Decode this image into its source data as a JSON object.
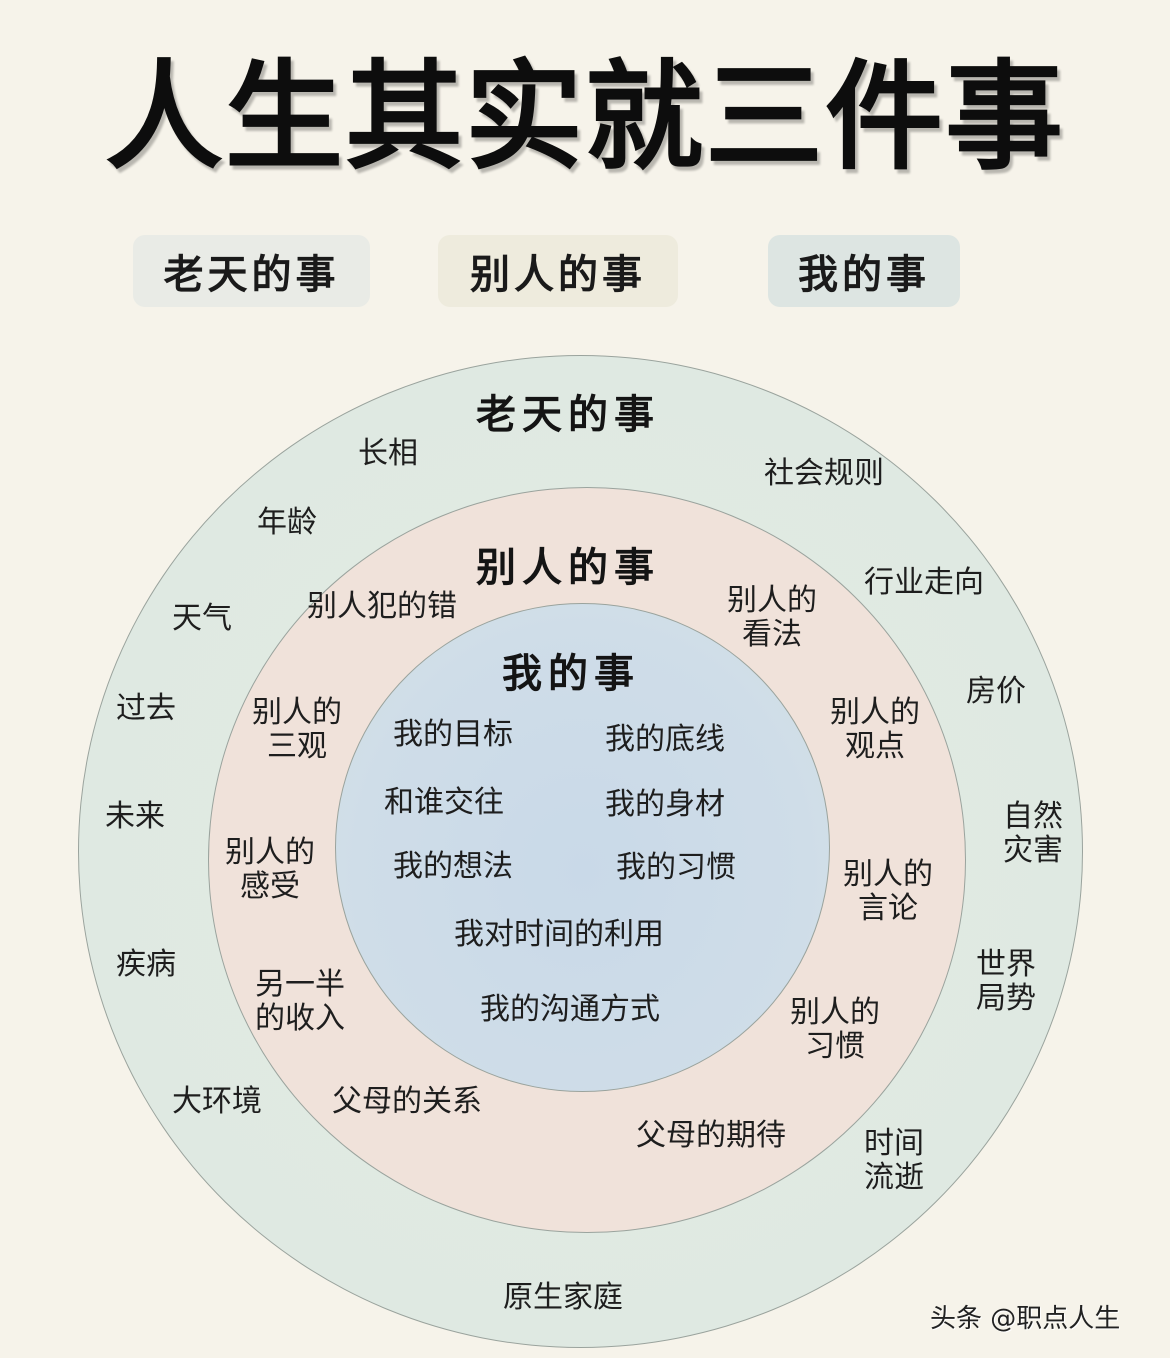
{
  "title": "人生其实就三件事",
  "legend": [
    {
      "label": "老天的事",
      "color": "#e9ebe6"
    },
    {
      "label": "别人的事",
      "color": "#eeebdd"
    },
    {
      "label": "我的事",
      "color": "#dde5e2"
    }
  ],
  "diagram": {
    "outer_ring": {
      "heading": "老天的事",
      "color": "#e0eae2",
      "items": [
        "长相",
        "社会规则",
        "年龄",
        "行业走向",
        "天气",
        "房价",
        "过去",
        "自然\n灾害",
        "未来",
        "世界\n局势",
        "疾病",
        "时间\n流逝",
        "大环境",
        "原生家庭"
      ]
    },
    "middle_ring": {
      "heading": "别人的事",
      "color": "#f0e2da",
      "items": [
        "别人犯的错",
        "别人的\n看法",
        "别人的\n三观",
        "别人的\n观点",
        "别人的\n感受",
        "别人的\n言论",
        "另一半\n的收入",
        "别人的\n习惯",
        "父母的关系",
        "父母的期待"
      ]
    },
    "inner_circle": {
      "heading": "我的事",
      "color": "#cddbe8",
      "items": [
        "我的目标",
        "我的底线",
        "和谁交往",
        "我的身材",
        "我的想法",
        "我的习惯",
        "我对时间的利用",
        "我的沟通方式"
      ]
    }
  },
  "watermark": "头条 @职点人生"
}
